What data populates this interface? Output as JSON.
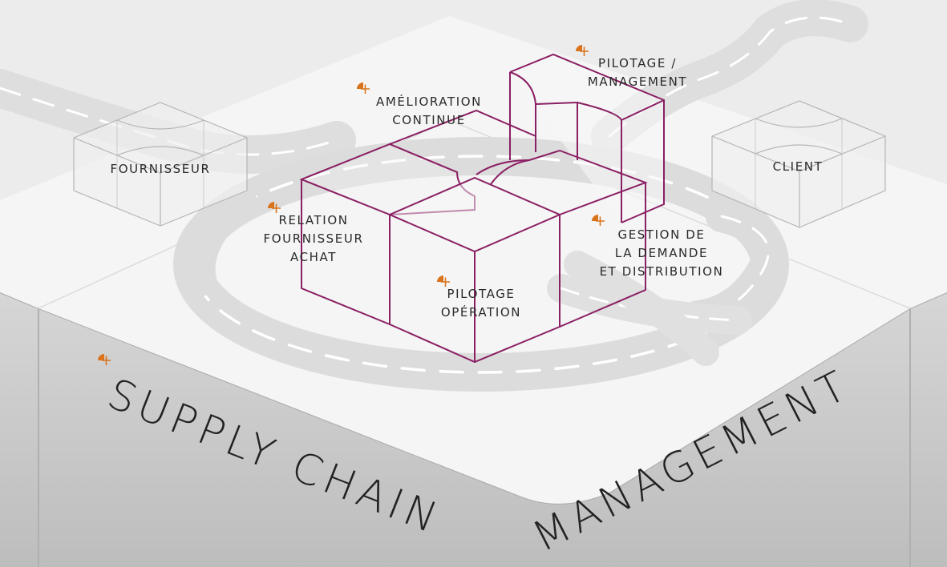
{
  "title_words": [
    "SUPPLY CHAIN",
    "MANAGEMENT"
  ],
  "nodes": {
    "fournisseur": "FOURNISSEUR",
    "client": "CLIENT"
  },
  "modules": {
    "pilotage_management": [
      "PILOTAGE /",
      "MANAGEMENT"
    ],
    "amelioration": [
      "AMÉLIORATION",
      "CONTINUE"
    ],
    "relation": [
      "RELATION",
      "FOURNISSEUR",
      "ACHAT"
    ],
    "gestion": [
      "GESTION DE",
      "LA DEMANDE",
      "ET DISTRIBUTION"
    ],
    "pilotage_operation": [
      "PILOTAGE",
      "OPÉRATION"
    ]
  },
  "colors": {
    "background": "#ececec",
    "platform_top": "#f7f7f7",
    "platform_side": "#c9c9c9",
    "road": "#d9d9d9",
    "road_marking": "#ffffff",
    "module_outline": "#8a1f63",
    "accent": "#d9731c"
  },
  "icons": [
    "plus-quarter-icon"
  ]
}
